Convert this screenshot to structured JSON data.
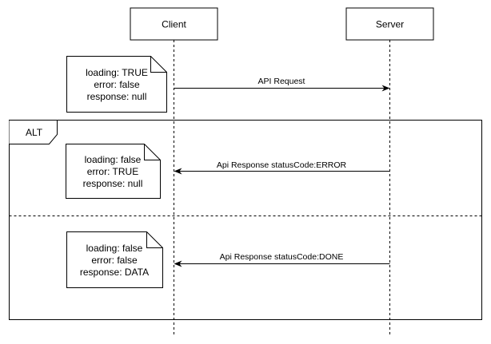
{
  "participants": [
    {
      "id": "client",
      "label": "Client"
    },
    {
      "id": "server",
      "label": "Server"
    }
  ],
  "frame": {
    "label": "ALT"
  },
  "messages": [
    {
      "label": "API Request",
      "from": "client",
      "to": "server"
    },
    {
      "label": "Api Response statusCode:ERROR",
      "from": "server",
      "to": "client"
    },
    {
      "label": "Api Response statusCode:DONE",
      "from": "server",
      "to": "client"
    }
  ],
  "notes": [
    {
      "lines": [
        "loading: TRUE",
        "error: false",
        "response: null"
      ]
    },
    {
      "lines": [
        "loading: false",
        "error: TRUE",
        "response: null"
      ]
    },
    {
      "lines": [
        "loading: false",
        "error: false",
        "response: DATA"
      ]
    }
  ],
  "colors": {
    "line": "#000000",
    "fill": "#ffffff"
  }
}
